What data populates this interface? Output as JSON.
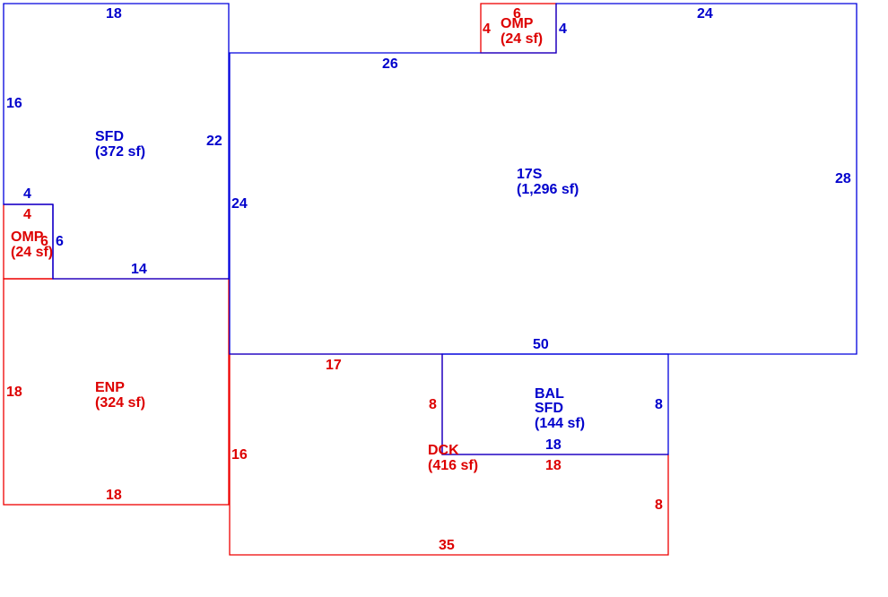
{
  "areas": {
    "sfd": {
      "code": "SFD",
      "area": "(372 sf)"
    },
    "s17": {
      "code": "17S",
      "area": "(1,296 sf)"
    },
    "omp_top": {
      "code": "OMP",
      "area": "(24 sf)"
    },
    "omp_left": {
      "code": "OMP",
      "area": "(24 sf)"
    },
    "enp": {
      "code": "ENP",
      "area": "(324 sf)"
    },
    "bal": {
      "code": "BAL",
      "code2": "SFD",
      "area": "(144 sf)"
    },
    "dck": {
      "code": "DCK",
      "area": "(416 sf)"
    }
  },
  "dims": {
    "sfd_top": "18",
    "sfd_left": "16",
    "sfd_right": "22",
    "sfd_bottom": "14",
    "s17_top_left": "26",
    "s17_top_right": "24",
    "s17_right": "28",
    "s17_left": "24",
    "s17_bottom": "50",
    "omp_top_top": "6",
    "omp_top_left": "4",
    "omp_top_right": "4",
    "omp_left_top_blue": "4",
    "omp_left_top_red": "4",
    "omp_left_right_red": "6",
    "omp_left_right_blue": "6",
    "enp_left": "18",
    "enp_bottom": "18",
    "dck_top": "17",
    "dck_left": "16",
    "dck_bottom": "35",
    "dck_right": "8",
    "dck_inner_left": "8",
    "bal_right": "8",
    "bal_bottom_blue": "18",
    "bal_bottom_red": "18"
  },
  "colors": {
    "blue": "#0000cc",
    "red": "#dd0000"
  }
}
